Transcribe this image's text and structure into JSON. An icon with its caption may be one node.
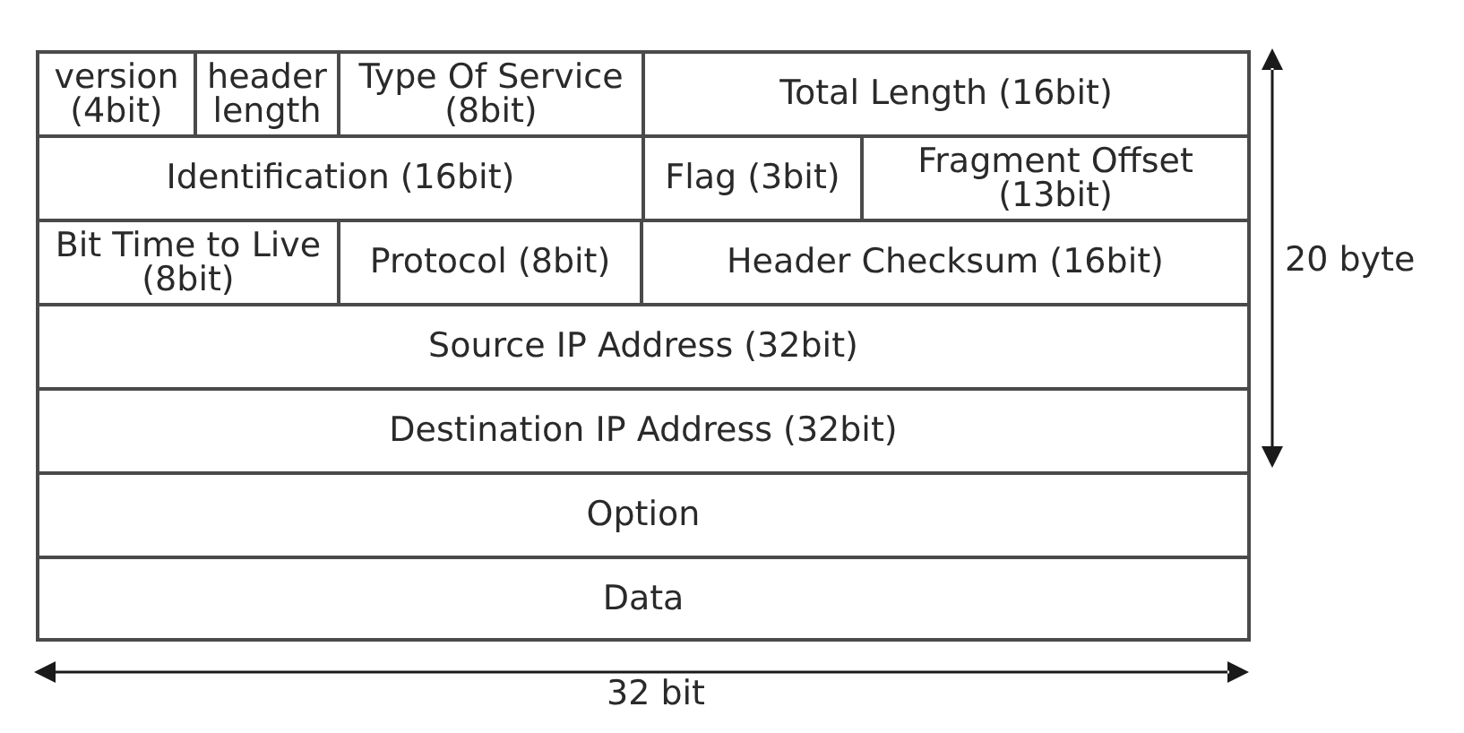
{
  "diagram": {
    "nodes": [
      {
        "text": [
          "version (4bit)"
        ]
      },
      {
        "text": [
          "header length"
        ]
      },
      {
        "text": [
          "Type Of Service (8bit)"
        ]
      },
      {
        "text": [
          "Total Length (16bit)"
        ]
      },
      {
        "text": [
          "Identification (16bit)"
        ]
      },
      {
        "text": [
          "Flag (3bit)"
        ]
      },
      {
        "text": [
          "Fragment Offset (13bit)"
        ]
      },
      {
        "text": [
          "Bit Time to Live (8bit)"
        ]
      },
      {
        "text": [
          "Protocol (8bit)"
        ]
      },
      {
        "text": [
          "Header Checksum (16bit)"
        ]
      },
      {
        "text": [
          "Source IP Address (32bit)"
        ]
      },
      {
        "text": [
          "Destination IP Address (32bit)"
        ]
      },
      {
        "text": [
          "Option"
        ]
      },
      {
        "text": [
          "Data"
        ]
      }
    ],
    "labels": [
      "20 byte",
      "32 bit"
    ]
  }
}
